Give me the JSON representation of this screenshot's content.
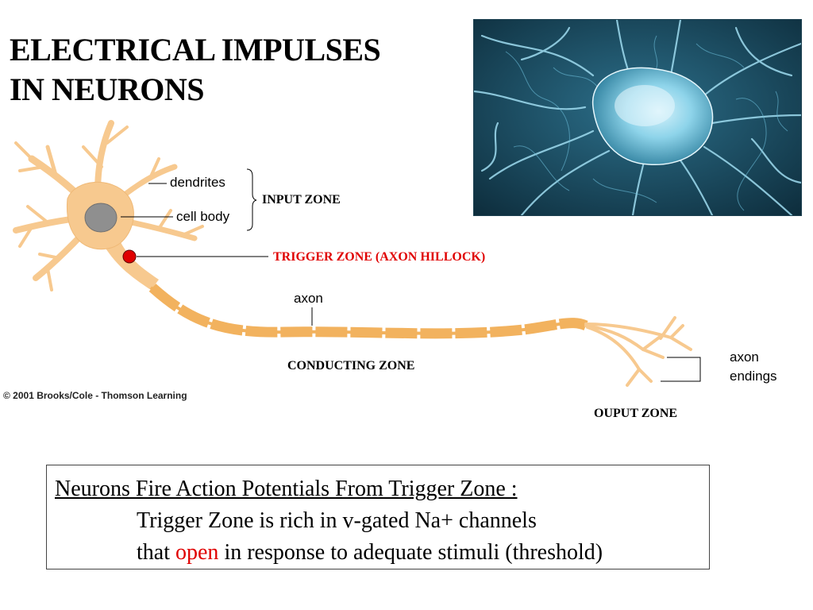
{
  "title": {
    "line1": "ELECTRICAL IMPULSES",
    "line2": "IN NEURONS"
  },
  "labels": {
    "dendrites": "dendrites",
    "cell_body": "cell body",
    "axon": "axon",
    "axon_endings_line1": "axon",
    "axon_endings_line2": "endings"
  },
  "zones": {
    "input": "INPUT ZONE",
    "trigger": "TRIGGER ZONE (AXON HILLOCK)",
    "conducting": "CONDUCTING ZONE",
    "output": "OUPUT ZONE"
  },
  "copyright": "© 2001 Brooks/Cole - Thomson Learning",
  "note": {
    "heading": "Neurons Fire Action Potentials From Trigger Zone :",
    "line2": "Trigger Zone is rich in v-gated Na+ channels",
    "line3_pre": "that ",
    "line3_highlight": "open",
    "line3_post": " in response to adequate stimuli (threshold)"
  },
  "colors": {
    "trigger_text": "#e00000",
    "trigger_dot": "#e00000",
    "highlight": "#e00000",
    "neuron_fill": "#f7c98f",
    "myelin": "#f2b25e",
    "photo_bg": "#123a4c"
  }
}
